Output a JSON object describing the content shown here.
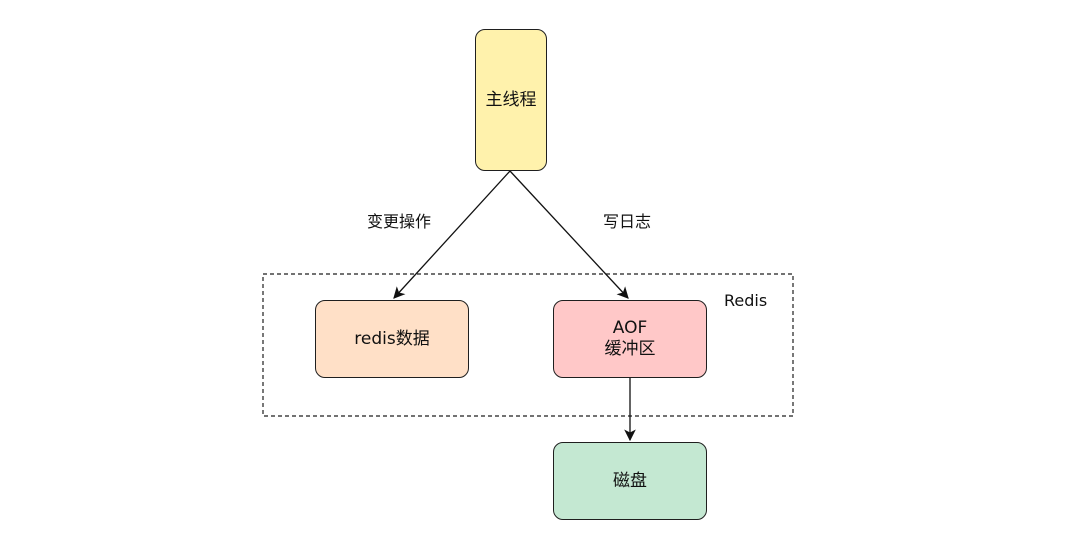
{
  "nodes": {
    "main_thread": {
      "label": "主线程",
      "fill": "#FFF2AC"
    },
    "redis_data": {
      "label": "redis数据",
      "fill": "#FFE0C7"
    },
    "aof_buffer": {
      "line1": "AOF",
      "line2": "缓冲区",
      "fill": "#FFC8C8"
    },
    "disk": {
      "label": "磁盘",
      "fill": "#C4E8D2"
    }
  },
  "edges": {
    "change_op": "变更操作",
    "write_log": "写日志"
  },
  "group": {
    "label": "Redis"
  }
}
